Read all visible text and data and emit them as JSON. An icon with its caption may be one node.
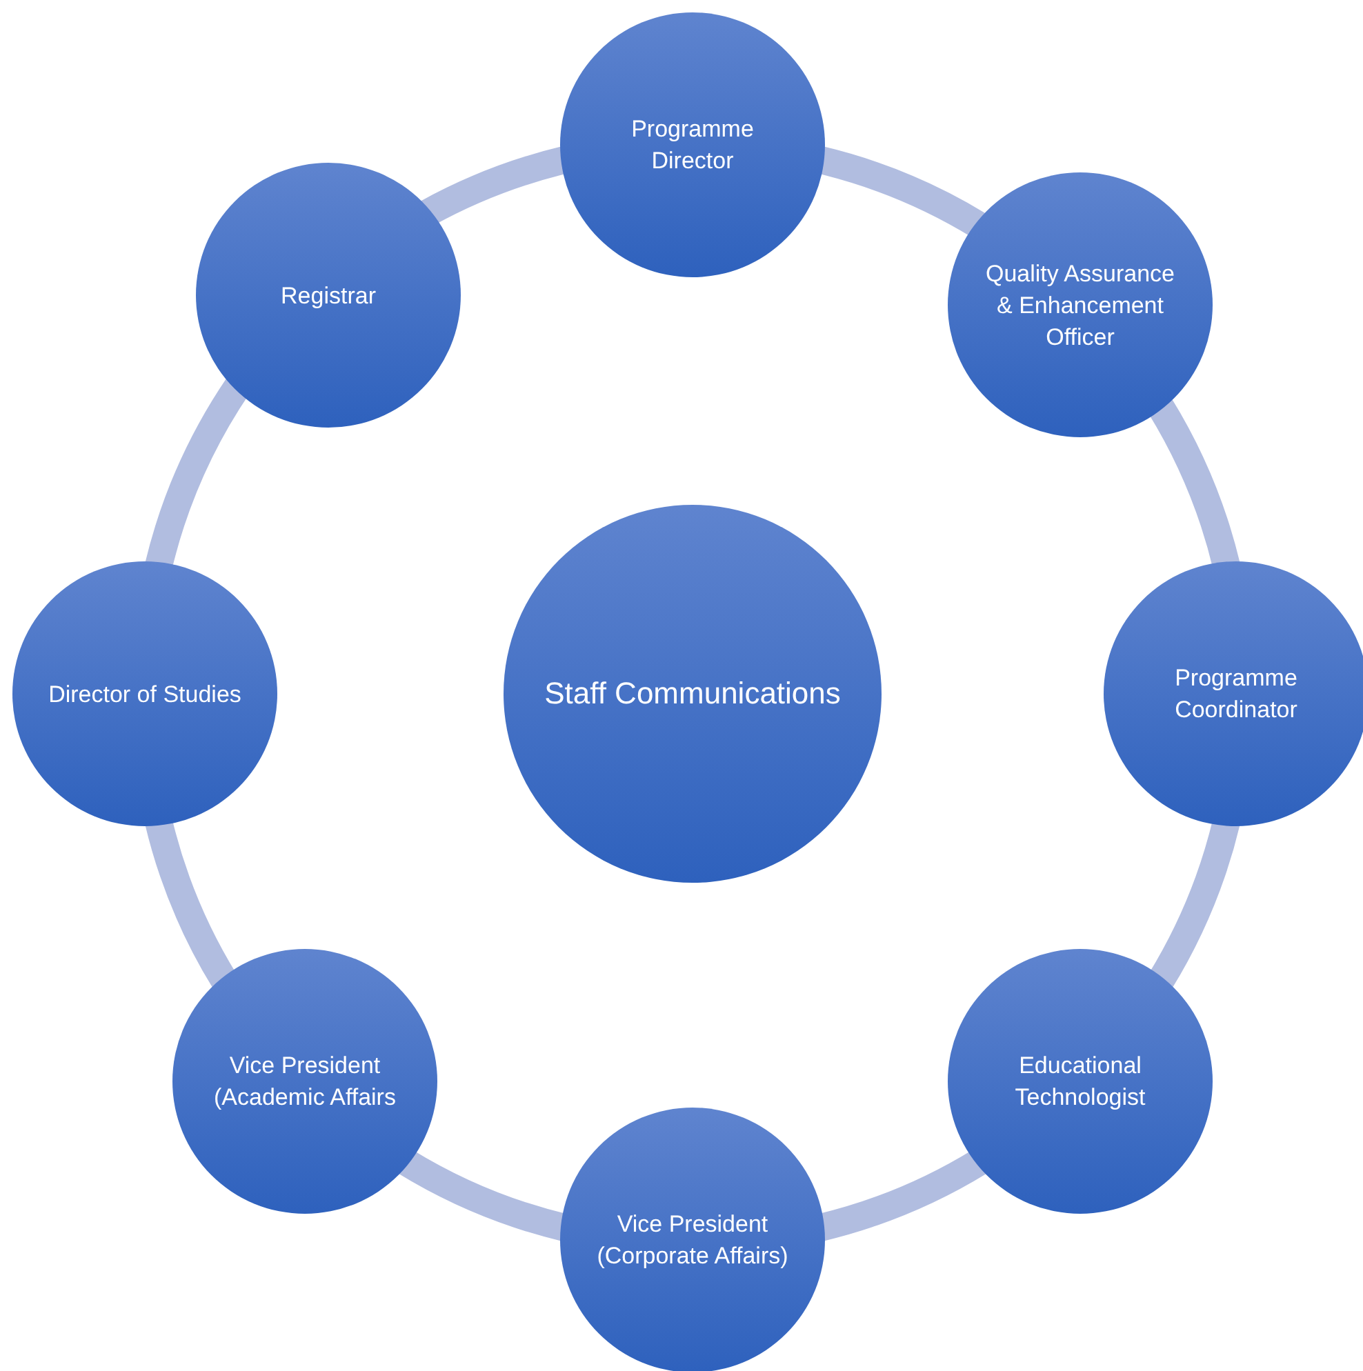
{
  "diagram": {
    "nodes": [
      {
        "text": [
          "Staff Communications"
        ]
      },
      {
        "text": [
          "Programme Director"
        ]
      },
      {
        "text": [
          "Quality Assurance & Enhancement Officer"
        ]
      },
      {
        "text": [
          "Programme Coordinator"
        ]
      },
      {
        "text": [
          "Educational Technologist"
        ]
      },
      {
        "text": [
          "Vice President (Corporate Affairs)"
        ]
      },
      {
        "text": [
          "Vice President (Academic Affairs"
        ]
      },
      {
        "text": [
          "Director of Studies"
        ]
      },
      {
        "text": [
          "Registrar"
        ]
      }
    ],
    "edges": [
      {
        "from": 1,
        "to": 2,
        "arrow": "none"
      },
      {
        "from": 2,
        "to": 3,
        "arrow": "none"
      },
      {
        "from": 3,
        "to": 4,
        "arrow": "none"
      },
      {
        "from": 4,
        "to": 5,
        "arrow": "none"
      },
      {
        "from": 5,
        "to": 6,
        "arrow": "none"
      },
      {
        "from": 6,
        "to": 7,
        "arrow": "none"
      },
      {
        "from": 7,
        "to": 8,
        "arrow": "none"
      },
      {
        "from": 8,
        "to": 1,
        "arrow": "none"
      }
    ]
  }
}
